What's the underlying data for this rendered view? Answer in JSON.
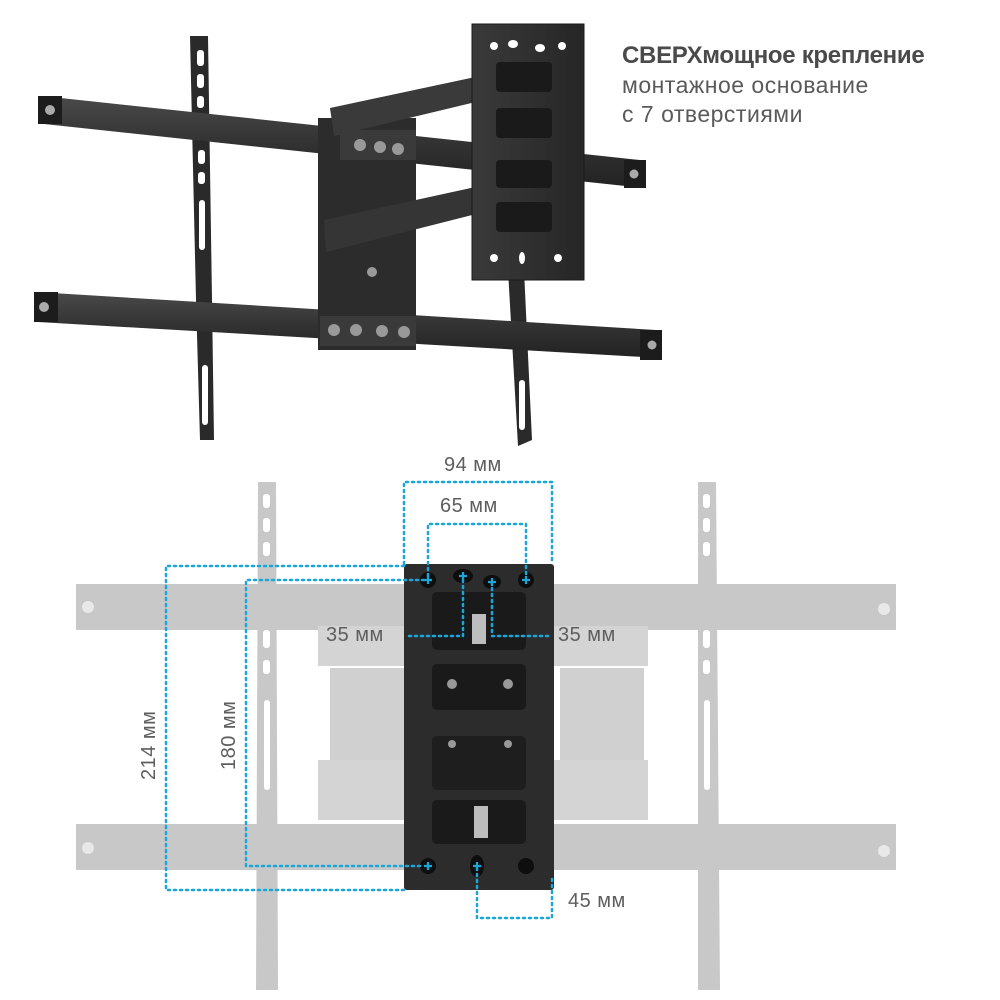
{
  "headline": {
    "line1": "СВЕРХмощное крепление",
    "line2": "монтажное основание",
    "line3": "с  7  отверстиями"
  },
  "diagram": {
    "top_image": "tv-wall-mount-bracket-photo",
    "bottom_image": "tv-wall-mount-plate-dimension-diagram",
    "mounting_holes": 7,
    "dimensions": {
      "width_outer": "94 мм",
      "width_inner": "65 мм",
      "offset_left": "35 мм",
      "offset_right": "35 мм",
      "height_outer": "214 мм",
      "height_inner": "180 мм",
      "bottom_offset": "45 мм"
    },
    "colors": {
      "dimension_line": "#1aa6d9",
      "bracket_dark": "#2b2b2b",
      "bracket_ghost": "#c8c8c8",
      "text": "#5e5e5e"
    }
  }
}
